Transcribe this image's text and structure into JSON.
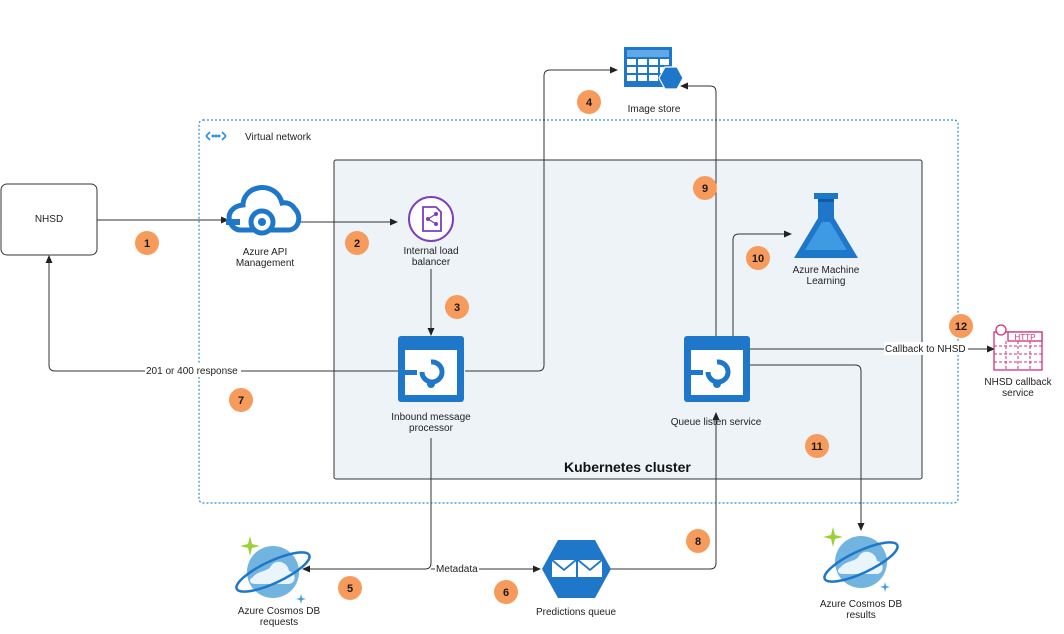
{
  "colors": {
    "azure_blue": "#1f77c9",
    "badge_orange": "#f79b5c",
    "vnet_border": "#2f8dd1",
    "cluster_fill": "#eef3f8",
    "http_magenta": "#d0327a",
    "cosmos_light": "#72b4e0",
    "sparkle_green": "#9ccf3a"
  },
  "nodes": {
    "nhsd": {
      "label": "NHSD",
      "icon": "box"
    },
    "apim": {
      "label_line1": "Azure API",
      "label_line2": "Management",
      "icon": "cloud-api-icon"
    },
    "ilb": {
      "label_line1": "Internal load",
      "label_line2": "balancer",
      "icon": "load-balancer-icon"
    },
    "image_store": {
      "label": "Image store",
      "icon": "storage-table-icon"
    },
    "inbound": {
      "label_line1": "Inbound message",
      "label_line2": "processor",
      "icon": "app-service-icon"
    },
    "queue_listen": {
      "label": "Queue listen service",
      "icon": "app-service-icon"
    },
    "aml": {
      "label_line1": "Azure Machine",
      "label_line2": "Learning",
      "icon": "flask-icon"
    },
    "nhsd_callback": {
      "label_line1": "NHSD callback",
      "label_line2": "service",
      "icon": "http-icon",
      "icon_text": "HTTP"
    },
    "cosmos_requests": {
      "label_line1": "Azure Cosmos DB",
      "label_line2": "requests",
      "icon": "cosmos-db-icon"
    },
    "predictions_queue": {
      "label": "Predictions queue",
      "icon": "queue-icon"
    },
    "cosmos_results": {
      "label_line1": "Azure Cosmos DB",
      "label_line2": "results",
      "icon": "cosmos-db-icon"
    }
  },
  "groups": {
    "vnet": {
      "label": "Virtual network",
      "icon": "vnet-icon"
    },
    "cluster": {
      "label": "Kubernetes cluster"
    }
  },
  "edge_labels": {
    "response": "201 or 400 response",
    "metadata": "Metadata",
    "callback": "Callback to NHSD"
  },
  "badges": [
    "1",
    "2",
    "3",
    "4",
    "5",
    "6",
    "7",
    "8",
    "9",
    "10",
    "11",
    "12"
  ]
}
